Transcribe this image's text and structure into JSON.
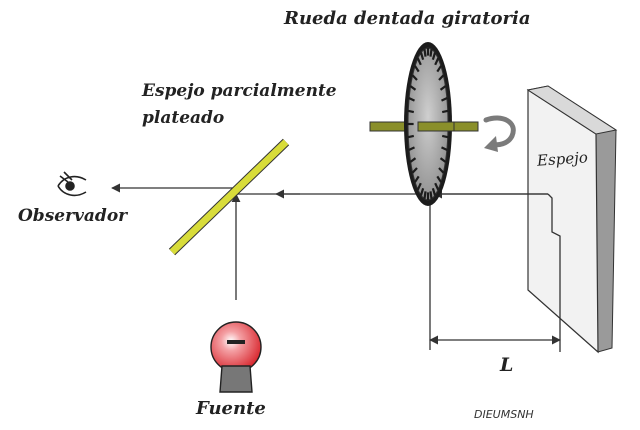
{
  "labels": {
    "wheel": "Rueda dentada giratoria",
    "partial_mirror_line1": "Espejo parcialmente",
    "partial_mirror_line2": "plateado",
    "observer": "Observador",
    "source": "Fuente",
    "mirror": "Espejo",
    "distance": "L",
    "credit": "DIEUMSNH"
  },
  "icons": {
    "observer": "eye-icon",
    "source": "lamp-icon",
    "rotation": "curved-arrow-icon"
  },
  "colors": {
    "line": "#333333",
    "partial_mirror": "#d8dc3a",
    "axle": "#8a8f2a",
    "wheel_fill": "#a9a9a9",
    "wheel_teeth": "#1c1c1c",
    "mirror_face": "#f2f2f2",
    "lamp": "#e0343a"
  }
}
